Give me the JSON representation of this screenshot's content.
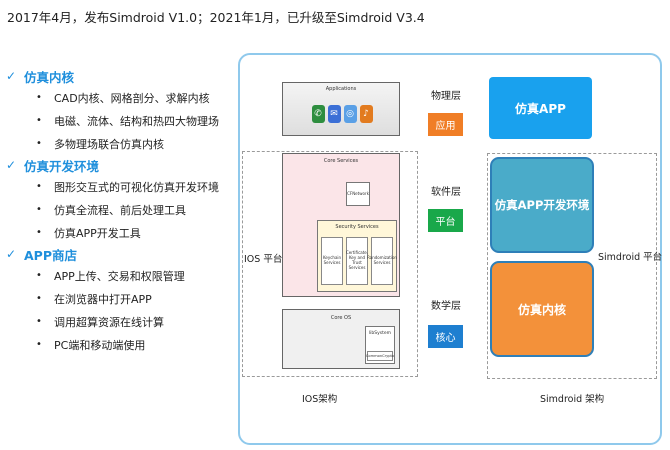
{
  "headline": "2017年4月，发布Simdroid V1.0；2021年1月，已升级至Simdroid V3.4",
  "outline": [
    {
      "title": "仿真内核",
      "items": [
        "CAD内核、网格剖分、求解内核",
        "电磁、流体、结构和热四大物理场",
        "多物理场联合仿真内核"
      ]
    },
    {
      "title": "仿真开发环境",
      "items": [
        "图形交互式的可视化仿真开发环境",
        "仿真全流程、前后处理工具",
        "仿真APP开发工具"
      ]
    },
    {
      "title": "APP商店",
      "items": [
        "APP上传、交易和权限管理",
        "在浏览器中打开APP",
        "调用超算资源在线计算",
        "PC端和移动端使用"
      ]
    }
  ],
  "ios": {
    "applications": "Applications",
    "core_services": "Core Services",
    "cfnetwork": "CFNetwork",
    "security_services": "Security Services",
    "security_boxes": [
      "Keychain Services",
      "Certificate, Key and Trust Services",
      "Randomization Services"
    ],
    "core_os": "Core OS",
    "libsystem": "libSystem",
    "commoncrypto": "CommonCrypto",
    "platform_label": "IOS 平台",
    "arch_label": "IOS架构"
  },
  "layers": [
    {
      "name": "物理层",
      "chip": "应用"
    },
    {
      "name": "软件层",
      "chip": "平台"
    },
    {
      "name": "数学层",
      "chip": "核心"
    }
  ],
  "simdroid": {
    "app": "仿真APP",
    "dev_env": "仿真APP开发环境",
    "kernel": "仿真内核",
    "platform_label": "Simdroid 平台",
    "arch_label": "Simdroid 架构"
  },
  "colors": {
    "accent": "#1f8fdc",
    "chip_app": "#f07e26",
    "chip_platform": "#19a84a",
    "chip_core": "#1e7fd0",
    "sim_app": "#19a1ee",
    "sim_dev": "#4aabc9",
    "sim_kernel": "#f3913a"
  }
}
